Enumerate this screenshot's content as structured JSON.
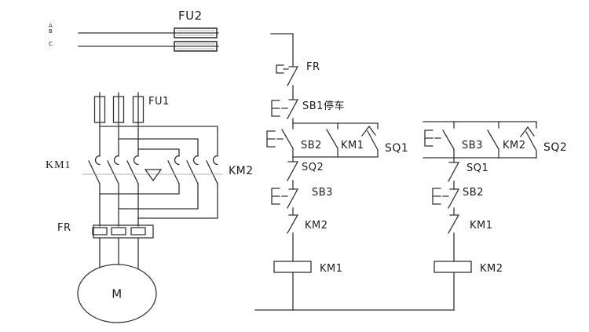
{
  "diagram": {
    "kind": "electrical-schematic",
    "description_labels": {
      "power_section": [
        "FU2",
        "FU1",
        "KM1",
        "KM2",
        "FR",
        "M"
      ],
      "control_section_left": [
        "FR",
        "SB1停车",
        "SB2",
        "KM1",
        "SQ1",
        "SQ2",
        "SB3",
        "KM2",
        "KM1"
      ],
      "control_section_right": [
        "SB3",
        "KM2",
        "SQ2",
        "SQ1",
        "SB2",
        "KM1",
        "KM2"
      ]
    }
  },
  "labels": {
    "fu2": "FU2",
    "phase_a": "A",
    "phase_b": "B",
    "phase_c": "C",
    "fu1": "FU1",
    "km1_main": "KM1",
    "km2_main": "KM2",
    "fr_main": "FR",
    "motor": "M",
    "fr_ctrl": "FR",
    "sb1_stop": "SB1停车",
    "sb2_no": "SB2",
    "km1_no": "KM1",
    "sq1_no": "SQ1",
    "sq2_nc": "SQ2",
    "sb3_nc": "SB3",
    "km2_interlock": "KM2",
    "km1_coil": "KM1",
    "sb3_no": "SB3",
    "km2_no": "KM2",
    "sq2_no": "SQ2",
    "sq1_nc": "SQ1",
    "sb2_nc": "SB2",
    "km1_interlock": "KM1",
    "km2_coil": "KM2"
  },
  "colors": {
    "line": "#333333",
    "linkage": "#b3b3b3",
    "label": "#1c1c1c",
    "background": "#ffffff"
  }
}
